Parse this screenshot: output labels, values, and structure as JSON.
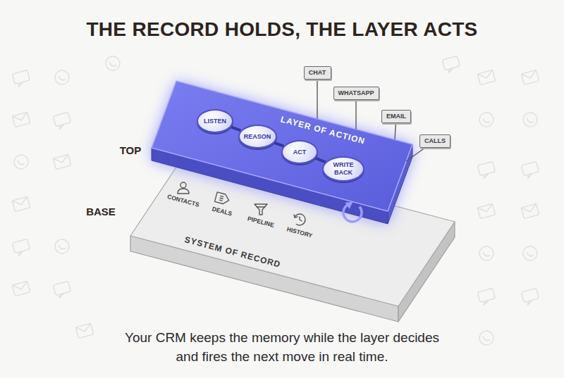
{
  "diagram": {
    "title": "THE RECORD HOLDS, THE LAYER ACTS",
    "caption": "Your CRM keeps the memory while the layer decides and fires the next move in real time.",
    "nodes": [
      {
        "text": [
          "LAYER OF ACTION"
        ]
      },
      {
        "text": [
          "LISTEN"
        ],
        "in": 0
      },
      {
        "text": [
          "REASON"
        ],
        "in": 0
      },
      {
        "text": [
          "ACT"
        ],
        "in": 0
      },
      {
        "text": [
          "WRITE BACK"
        ],
        "in": 0
      },
      {
        "text": [
          "CHAT"
        ]
      },
      {
        "text": [
          "WHATSAPP"
        ]
      },
      {
        "text": [
          "EMAIL"
        ]
      },
      {
        "text": [
          "CALLS"
        ]
      },
      {
        "text": [
          "SYSTEM OF RECORD"
        ]
      }
    ],
    "edges": [
      {
        "from": 1,
        "to": 2,
        "arrow": "none"
      },
      {
        "from": 2,
        "to": 3,
        "arrow": "none"
      },
      {
        "from": 3,
        "to": 4,
        "arrow": "none"
      },
      {
        "from": 5,
        "to": 0,
        "arrow": "none"
      },
      {
        "from": 6,
        "to": 0,
        "arrow": "none"
      },
      {
        "from": 7,
        "to": 0,
        "arrow": "none"
      },
      {
        "from": 8,
        "to": 0,
        "arrow": "none"
      }
    ],
    "labels": [
      "TOP",
      "BASE",
      "CONTACTS",
      "DEALS",
      "PIPELINE",
      "HISTORY"
    ]
  }
}
